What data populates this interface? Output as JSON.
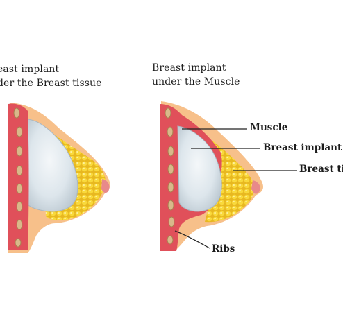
{
  "left_diagram": {
    "caption_line1": "east implant",
    "caption_line2": "der the Breast tissue"
  },
  "right_diagram": {
    "caption_line1": "Breast implant",
    "caption_line2": "under the Muscle"
  },
  "labels": {
    "muscle": "Muscle",
    "breast_implant": "Breast implant",
    "breast_tissue": "Breast tis",
    "ribs": "Ribs"
  },
  "colors": {
    "skin": "#f7c08a",
    "muscle": "#e0505a",
    "rib": "#d9b88a",
    "fat": "#f7d233",
    "implant": "#dde6ec",
    "nipple": "#e8898a"
  }
}
